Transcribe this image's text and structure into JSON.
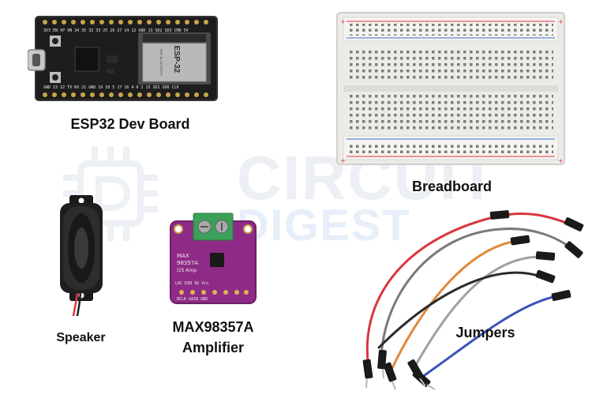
{
  "watermark": {
    "line1": "CIRCUIT",
    "line2": "DIGEST"
  },
  "components": {
    "esp32": {
      "label": "ESP32 Dev Board",
      "module_text": "ESP-32",
      "module_subtext": "WIFI BLUETOOTH",
      "top_pins": "3V3 EN VP VN 34 35 32 33 25 26 27 14 12 GND 13 SD2 SD3 CMD 5V",
      "bottom_pins": "GND 23 22 TX RX 21 GND 19 18 5 17 16 4 0 2 15 SD1 SD0 CLK"
    },
    "breadboard": {
      "label": "Breadboard"
    },
    "speaker": {
      "label": "Speaker"
    },
    "amplifier": {
      "label_line1": "MAX98357A",
      "label_line2": "Amplifier",
      "board_text_1": "MAX",
      "board_text_2": "98357A",
      "board_text_3": "I2S Amp",
      "pins_top": "LRC DIN SD Vin",
      "pins_bottom": "BCLK GAIN GND"
    },
    "jumpers": {
      "label": "Jumpers"
    }
  },
  "colors": {
    "esp32_board": "#1d1d1d",
    "amp_board": "#8e2b86",
    "terminal": "#3aa05a",
    "breadboard": "#ecebe8",
    "rail_red": "#d9363e",
    "rail_blue": "#3a6fc9"
  }
}
